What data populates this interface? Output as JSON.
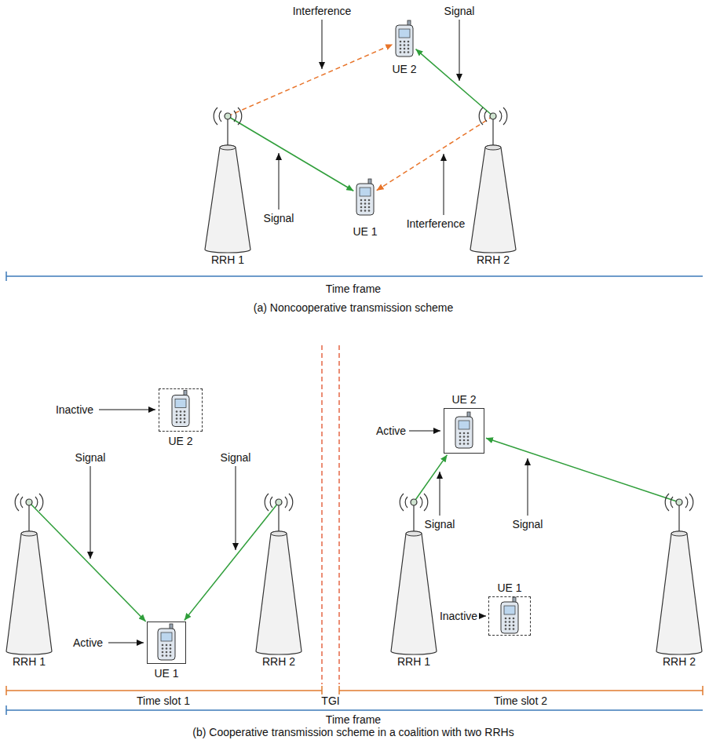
{
  "diagram": {
    "nodes": [
      {
        "text": [
          "UE 2"
        ]
      },
      {
        "text": [
          "RRH 1"
        ]
      },
      {
        "text": [
          "UE 1"
        ]
      },
      {
        "text": [
          "RRH 2"
        ]
      },
      {
        "text": [
          "UE 2"
        ]
      },
      {
        "text": [
          "UE 1"
        ]
      },
      {
        "text": [
          "RRH 1"
        ]
      },
      {
        "text": [
          "RRH 2"
        ]
      },
      {
        "text": [
          "UE 2"
        ]
      },
      {
        "text": [
          "RRH 1"
        ]
      },
      {
        "text": [
          "UE 1"
        ]
      },
      {
        "text": [
          "RRH 2"
        ]
      }
    ],
    "edges": [
      {
        "from": 1,
        "to": 2,
        "arrow": "to"
      },
      {
        "from": 3,
        "to": 0,
        "arrow": "to"
      },
      {
        "from": 1,
        "to": 0,
        "arrow": "to"
      },
      {
        "from": 3,
        "to": 2,
        "arrow": "to"
      },
      {
        "from": 6,
        "to": 5,
        "arrow": "to"
      },
      {
        "from": 7,
        "to": 5,
        "arrow": "to"
      },
      {
        "from": 9,
        "to": 8,
        "arrow": "to"
      },
      {
        "from": 11,
        "to": 8,
        "arrow": "to"
      }
    ],
    "labels": [
      "Interference",
      "Signal",
      "Signal",
      "Interference",
      "Time frame",
      "(a)  Noncooperative transmission scheme",
      "Inactive",
      "Signal",
      "Signal",
      "Active",
      "Time slot 1",
      "TGI",
      "Active",
      "Signal",
      "Signal",
      "Inactive",
      "Time slot 2",
      "Time frame",
      "(b)  Cooperative transmission scheme in a coalition with two RRHs"
    ]
  }
}
